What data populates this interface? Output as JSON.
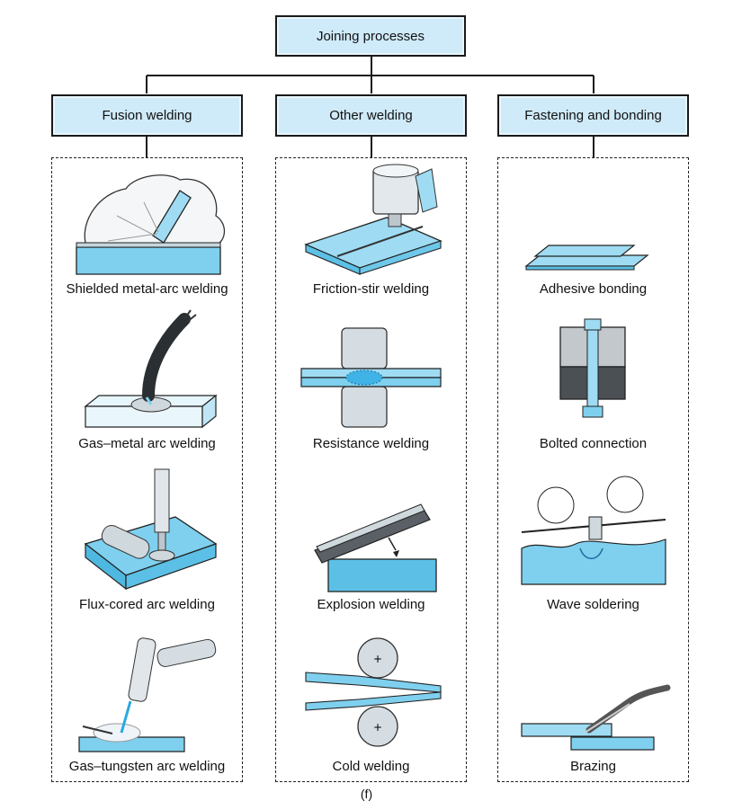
{
  "root": {
    "label": "Joining processes"
  },
  "categories": [
    {
      "label": "Fusion welding",
      "items": [
        "Shielded metal-arc welding",
        "Gas–metal arc welding",
        "Flux-cored arc welding",
        "Gas–tungsten arc welding"
      ]
    },
    {
      "label": "Other welding",
      "items": [
        "Friction-stir welding",
        "Resistance welding",
        "Explosion welding",
        "Cold welding"
      ]
    },
    {
      "label": "Fastening and bonding",
      "items": [
        "Adhesive bonding",
        "Bolted connection",
        "Wave soldering",
        "Brazing"
      ]
    }
  ],
  "figure_label": "(f)",
  "colors": {
    "box_fill": "#cfeaf8",
    "metal_blue": "#7fd0ee",
    "line": "#1a1a1a"
  }
}
